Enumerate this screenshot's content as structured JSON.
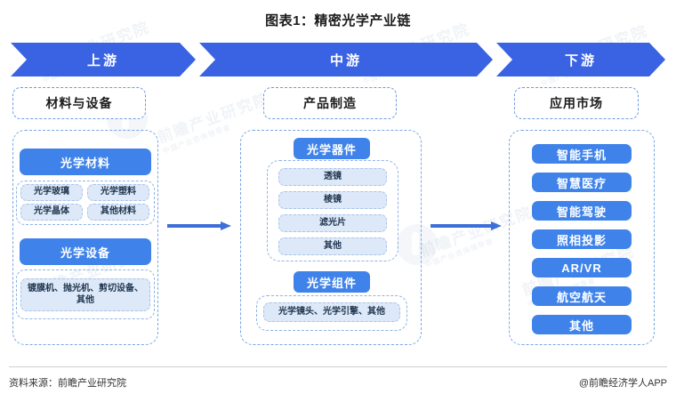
{
  "page": {
    "title": "图表1：精密光学产业链",
    "accent_blue": "#3a63e3",
    "pill_blue": "#3f83ea",
    "light_pill": "#dde8f8",
    "watermark_text": "前瞻产业研究院",
    "watermark_sub": "中国产业咨询领导者"
  },
  "banner": {
    "segments": [
      {
        "label": "上游"
      },
      {
        "label": "中游"
      },
      {
        "label": "下游"
      }
    ]
  },
  "upstream": {
    "header": "材料与设备",
    "groups": [
      {
        "title": "光学材料",
        "items": [
          "光学玻璃",
          "光学塑料",
          "光学晶体",
          "其他材料"
        ]
      },
      {
        "title": "光学设备",
        "items": [
          "镀膜机、抛光机、剪切设备、其他"
        ]
      }
    ]
  },
  "midstream": {
    "header": "产品制造",
    "groups": [
      {
        "title": "光学器件",
        "items": [
          "透镜",
          "棱镜",
          "滤光片",
          "其他"
        ]
      },
      {
        "title": "光学组件",
        "items": [
          "光学镜头、光学引擎、其他"
        ]
      }
    ]
  },
  "downstream": {
    "header": "应用市场",
    "items": [
      "智能手机",
      "智慧医疗",
      "智能驾驶",
      "照相投影",
      "AR/VR",
      "航空航天",
      "其他"
    ]
  },
  "connectors": [
    {
      "name": "upstream-to-midstream"
    },
    {
      "name": "midstream-to-downstream"
    }
  ],
  "footer": {
    "source": "资料来源：前瞻产业研究院",
    "credit": "@前瞻经济学人APP"
  }
}
